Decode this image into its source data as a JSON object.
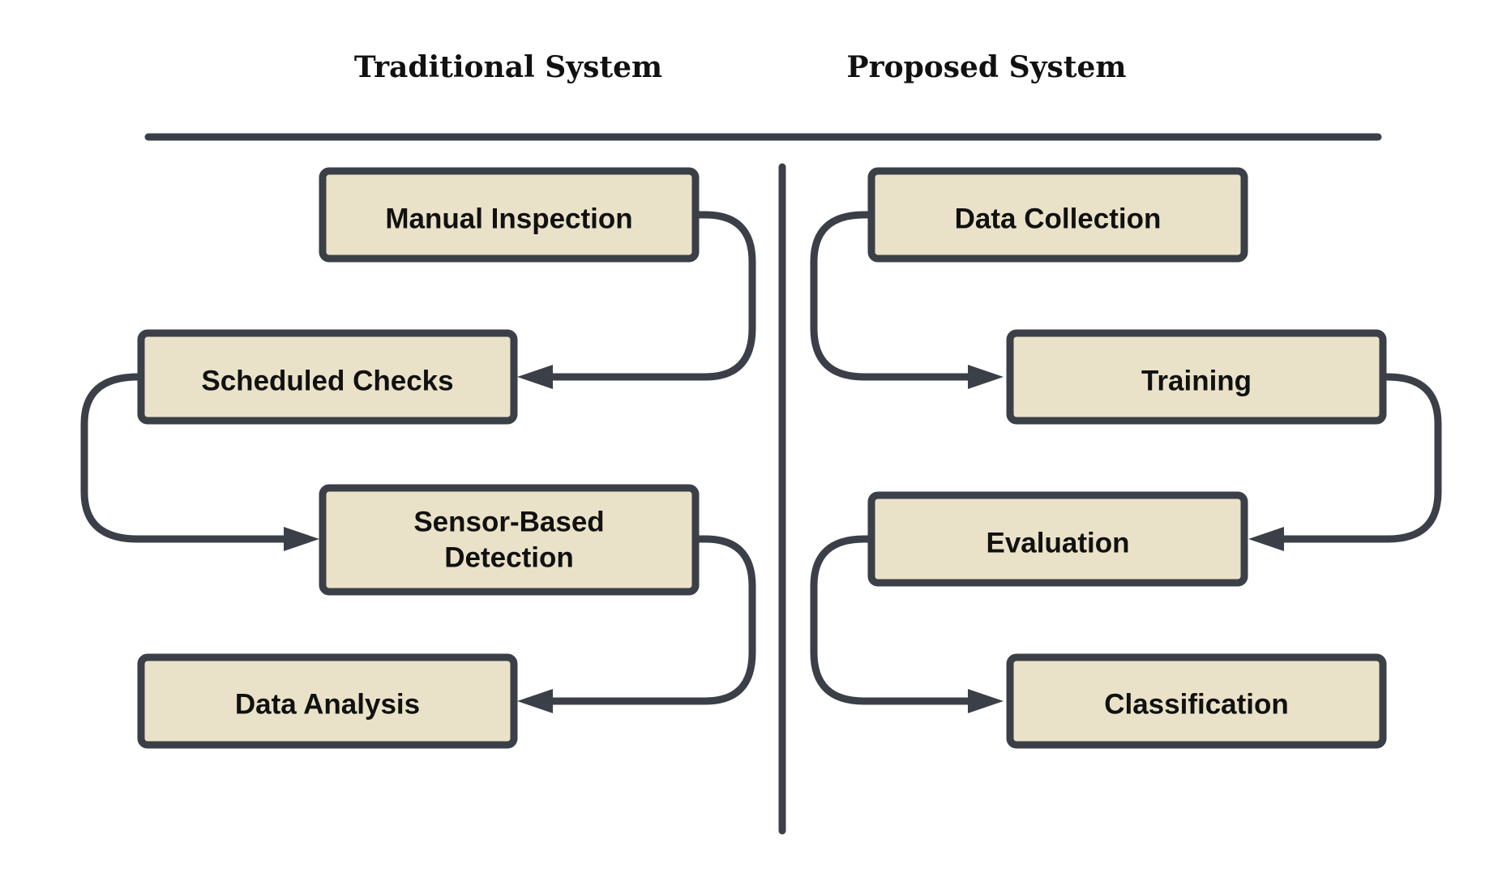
{
  "headings": {
    "traditional": "Traditional System",
    "proposed": "Proposed System"
  },
  "traditional": {
    "nodes": [
      {
        "id": "manual-inspection",
        "label": "Manual Inspection"
      },
      {
        "id": "scheduled-checks",
        "label": "Scheduled Checks"
      },
      {
        "id": "sensor-based-detection",
        "label_line1": "Sensor-Based",
        "label_line2": "Detection"
      },
      {
        "id": "data-analysis",
        "label": "Data Analysis"
      }
    ]
  },
  "proposed": {
    "nodes": [
      {
        "id": "data-collection",
        "label": "Data Collection"
      },
      {
        "id": "training",
        "label": "Training"
      },
      {
        "id": "evaluation",
        "label": "Evaluation"
      },
      {
        "id": "classification",
        "label": "Classification"
      }
    ]
  },
  "colors": {
    "node_fill": "#e9e2c8",
    "stroke": "#3b3f47",
    "text": "#111111",
    "background": "#ffffff"
  }
}
